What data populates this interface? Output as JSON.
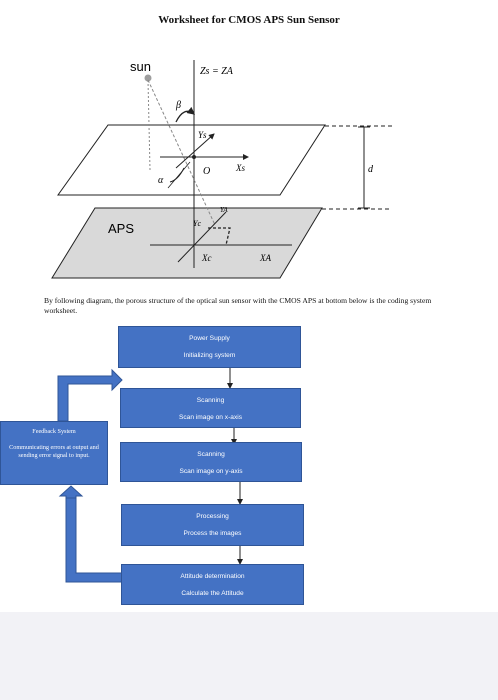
{
  "title": "Worksheet for CMOS APS Sun Sensor",
  "diagram": {
    "sun_label": "sun",
    "axis_label_top": "Zs = ZA",
    "beta": "β",
    "alpha": "α",
    "origin": "O",
    "ys": "Ys",
    "xs": "Xs",
    "d": "d",
    "aps_label": "APS",
    "ya": "YA",
    "yc": "Yc",
    "xc": "Xc",
    "xa": "XA"
  },
  "caption": "By following diagram, the porous structure of the optical sun sensor with the CMOS APS at bottom below is the coding system worksheet.",
  "flow": {
    "steps": [
      {
        "title": "Power Supply",
        "subtitle": "Initializing system"
      },
      {
        "title": "Scanning",
        "subtitle": "Scan image on x-axis"
      },
      {
        "title": "Scanning",
        "subtitle": "Scan image on y-axis"
      },
      {
        "title": "Processing",
        "subtitle": "Process the images"
      },
      {
        "title": "Attitude determination",
        "subtitle": "Calculate the Attitude"
      }
    ],
    "feedback": {
      "title": "Feedback System",
      "body": "Communicating errors at output and sending error signal to input."
    }
  },
  "colors": {
    "box_fill": "#4472c4",
    "box_border": "#2f5597",
    "aps_plane": "#d9d9d9"
  }
}
